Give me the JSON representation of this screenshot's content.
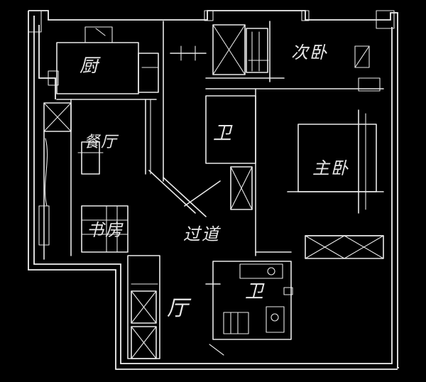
{
  "rooms": {
    "kitchen": "厨",
    "dining": "餐厅",
    "bathroom_top": "卫",
    "bedroom_second": "次卧",
    "bedroom_master": "主卧",
    "study": "书房",
    "corridor": "过道",
    "living": "厅",
    "bathroom_bottom": "卫"
  },
  "colors": {
    "background": "#000000",
    "line": "#e9e9e9"
  }
}
